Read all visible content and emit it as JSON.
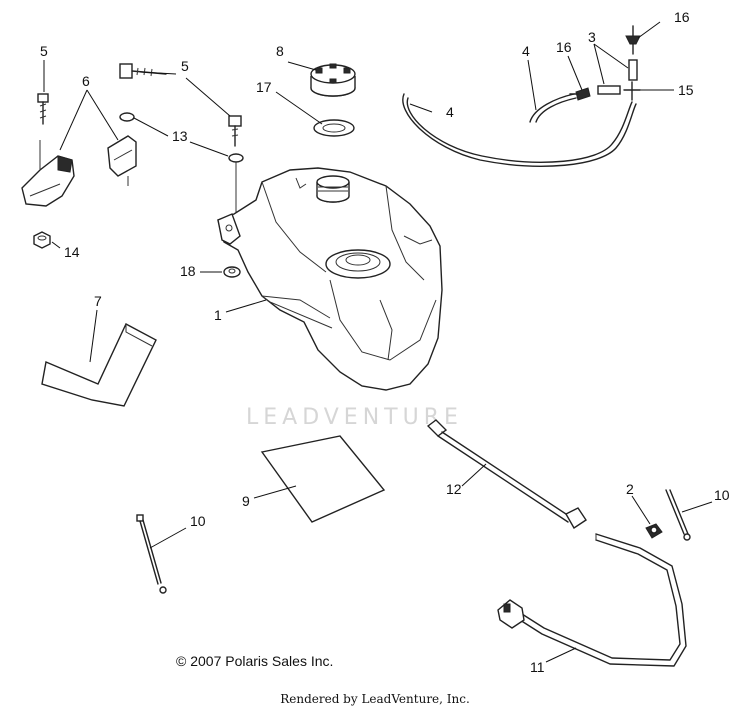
{
  "callouts": [
    {
      "label": "5",
      "role": "bolt"
    },
    {
      "label": "6",
      "role": "bracket"
    },
    {
      "label": "5",
      "role": "bolt"
    },
    {
      "label": "8",
      "role": "fuel-cap"
    },
    {
      "label": "17",
      "role": "cap-gasket"
    },
    {
      "label": "4",
      "role": "vent-hose"
    },
    {
      "label": "16",
      "role": "check-valve"
    },
    {
      "label": "3",
      "role": "hose-section"
    },
    {
      "label": "16",
      "role": "check-valve"
    },
    {
      "label": "15",
      "role": "tee-fitting"
    },
    {
      "label": "4",
      "role": "vent-hose"
    },
    {
      "label": "13",
      "role": "washer"
    },
    {
      "label": "14",
      "role": "nut"
    },
    {
      "label": "18",
      "role": "grommet"
    },
    {
      "label": "1",
      "role": "fuel-tank"
    },
    {
      "label": "7",
      "role": "tank-pad"
    },
    {
      "label": "12",
      "role": "fuel-line"
    },
    {
      "label": "2",
      "role": "clamp"
    },
    {
      "label": "10",
      "role": "cable-tie"
    },
    {
      "label": "9",
      "role": "heat-shield"
    },
    {
      "label": "10",
      "role": "cable-tie"
    },
    {
      "label": "11",
      "role": "fuel-line"
    }
  ],
  "watermark": "LEADVENTURE",
  "copyright": "© 2007 Polaris Sales Inc.",
  "rendered_by": "Rendered by LeadVenture, Inc."
}
